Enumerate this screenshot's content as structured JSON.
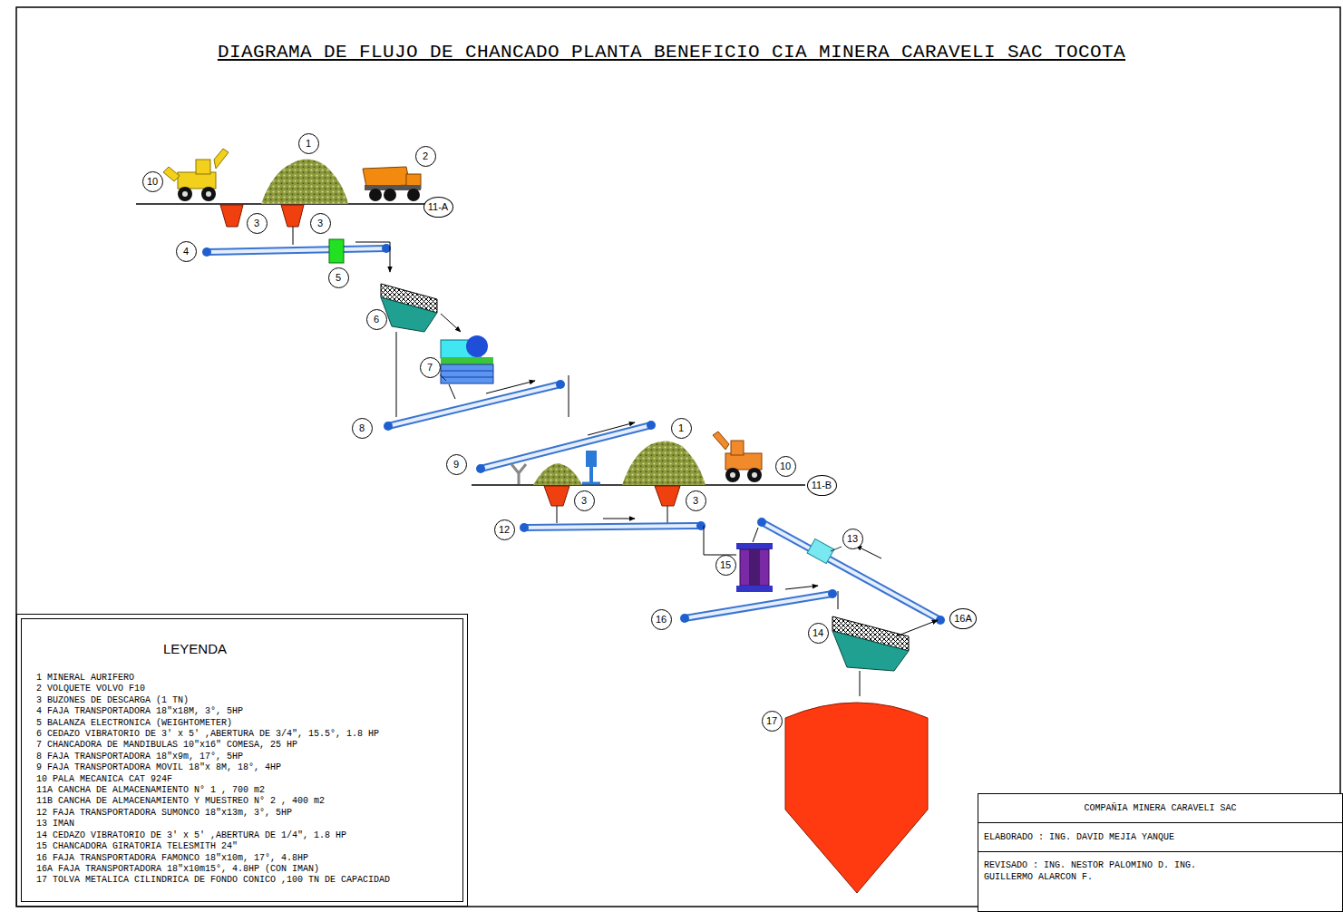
{
  "diagram": {
    "title": "DIAGRAMA DE FLUJO DE CHANCADO PLANTA BENEFICIO CIA MINERA CARAVELI SAC TOCOTA",
    "nodes": [
      {
        "text": [
          "1"
        ]
      },
      {
        "text": [
          "2"
        ]
      },
      {
        "text": [
          "10"
        ]
      },
      {
        "text": [
          "11-A"
        ]
      },
      {
        "text": [
          "3"
        ]
      },
      {
        "text": [
          "3"
        ]
      },
      {
        "text": [
          "4"
        ]
      },
      {
        "text": [
          "5"
        ]
      },
      {
        "text": [
          "6"
        ]
      },
      {
        "text": [
          "7"
        ]
      },
      {
        "text": [
          "8"
        ]
      },
      {
        "text": [
          "1"
        ]
      },
      {
        "text": [
          "9"
        ]
      },
      {
        "text": [
          "10"
        ]
      },
      {
        "text": [
          "11-B"
        ]
      },
      {
        "text": [
          "3"
        ]
      },
      {
        "text": [
          "3"
        ]
      },
      {
        "text": [
          "12"
        ]
      },
      {
        "text": [
          "13"
        ]
      },
      {
        "text": [
          "15"
        ]
      },
      {
        "text": [
          "16A"
        ]
      },
      {
        "text": [
          "16"
        ]
      },
      {
        "text": [
          "14"
        ]
      },
      {
        "text": [
          "17"
        ]
      },
      {
        "text": [
          "LEYENDA",
          "1  MINERAL AURIFERO",
          "2  VOLQUETE VOLVO F10",
          "3  BUZONES DE DESCARGA (1 TN)",
          "4  FAJA TRANSPORTADORA 18\"x18M, 3°, 5HP",
          "5  BALANZA ELECTRONICA (WEIGHTOMETER)",
          "6  CEDAZO VIBRATORIO DE 3' x 5' ,ABERTURA DE 3/4\", 15.5°, 1.8 HP",
          "7  CHANCADORA DE MANDIBULAS 10\"x16\" COMESA, 25 HP",
          "8  FAJA TRANSPORTADORA 18\"x9m, 17°, 5HP",
          "9  FAJA TRANSPORTADORA MOVIL 18\"x 8M, 18°, 4HP",
          "10  PALA MECANICA CAT 924F",
          "11A CANCHA DE ALMACENAMIENTO N° 1 , 700 m2",
          "11B CANCHA DE ALMACENAMIENTO Y MUESTREO N° 2 , 400 m2",
          "12 FAJA TRANSPORTADORA SUMONCO 18\"x13m, 3°, 5HP",
          "13 IMAN",
          "14  CEDAZO VIBRATORIO DE 3' x 5' ,ABERTURA DE 1/4\", 1.8 HP",
          "15  CHANCADORA GIRATORIA TELESMITH 24\"",
          "16 FAJA TRANSPORTADORA FAMONCO 18\"x10m, 17°, 4.8HP",
          "16A FAJA TRANSPORTADORA  18\"x10m15°, 4.8HP (CON IMAN)",
          "17  TOLVA METALICA CILINDRICA DE FONDO CONICO ,100 TN DE CAPACIDAD"
        ]
      },
      {
        "text": [
          "COMPAÑIA MINERA CARAVELI SAC",
          "ELABORADO : ING. DAVID MEJIA YANQUE",
          "REVISADO : ING. NESTOR PALOMINO D. ING. GUILLERMO ALARCON F."
        ]
      }
    ]
  }
}
